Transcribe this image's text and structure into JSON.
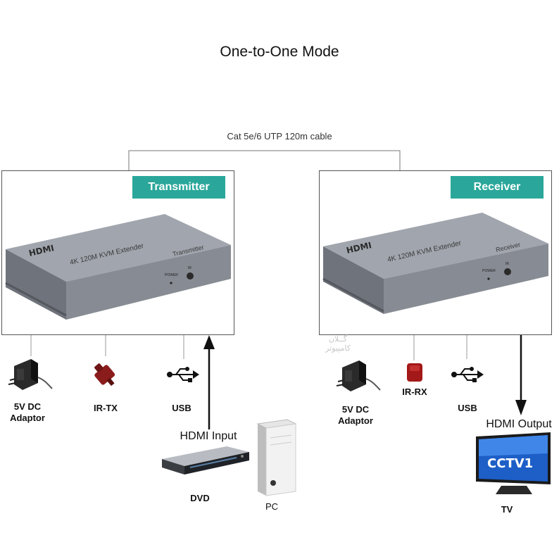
{
  "title": "One-to-One Mode",
  "cable_label": "Cat 5e/6 UTP 120m cable",
  "transmitter": {
    "tag": "Transmitter",
    "logo": "HDMI",
    "product_text": "4K 120M KVM Extender",
    "side_text": "Transmitter",
    "power_text": "POWER",
    "ir_port_text": "IR"
  },
  "receiver": {
    "tag": "Receiver",
    "logo": "HDMI",
    "product_text": "4K 120M KVM Extender",
    "side_text": "Receiver",
    "power_text": "POWER",
    "ir_port_text": "IR"
  },
  "left_peripherals": {
    "adaptor_line1": "5V DC",
    "adaptor_line2": "Adaptor",
    "ir": "IR-TX",
    "usb": "USB"
  },
  "right_peripherals": {
    "adaptor_line1": "5V DC",
    "adaptor_line2": "Adaptor",
    "ir": "IR-RX",
    "usb": "USB"
  },
  "hdmi_input": "HDMI Input",
  "hdmi_output": "HDMI Output",
  "sources": {
    "dvd": "DVD",
    "pc": "PC"
  },
  "sink": {
    "tv": "TV",
    "tv_screen_text": "CCTV1"
  },
  "watermark": {
    "line1": "گــلان",
    "line2": "کامپیوتر"
  },
  "colors": {
    "tag_bg": "#2aa79a",
    "device_body": "#8c9099",
    "ir_tx_color": "#8b1c1c",
    "ir_rx_color": "#a31818"
  }
}
